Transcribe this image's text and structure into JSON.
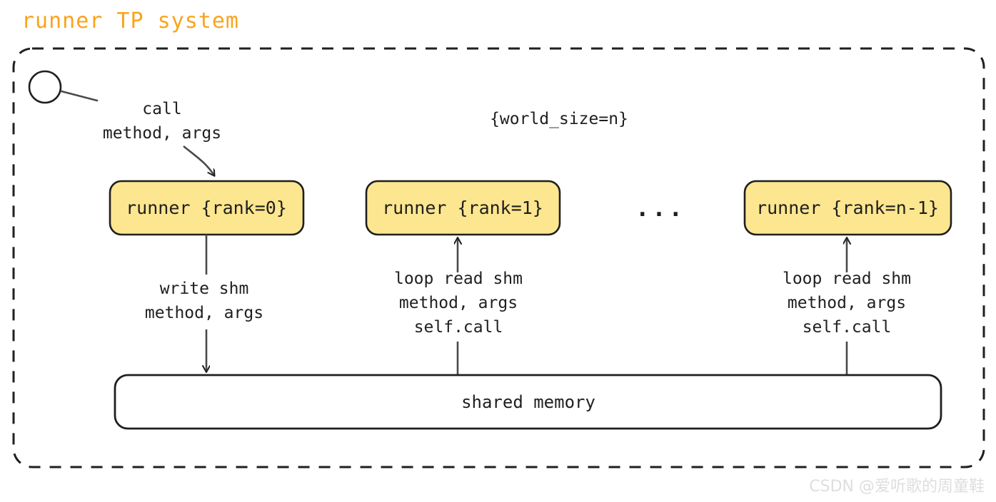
{
  "title": "runner TP system",
  "colors": {
    "title": "#f9a41c",
    "node_fill": "#fce68f",
    "node_stroke": "#1f1f1f",
    "container_stroke": "#1f1f1f",
    "text": "#1f1f1f",
    "watermark": "#dedede",
    "background": "#ffffff"
  },
  "container": {
    "name": "runner-tp-system-boundary",
    "style": "dashed-rounded"
  },
  "actor": {
    "name": "caller-actor",
    "shape": "circle"
  },
  "annotations": {
    "world_size": "{world_size=n}",
    "ellipsis": "..."
  },
  "edges": {
    "call": {
      "line1": "call",
      "line2": "method, args"
    },
    "write": {
      "line1": "write shm",
      "line2": "method, args"
    },
    "read": {
      "line1": "loop read shm",
      "line2": "method, args",
      "line3": "self.call"
    }
  },
  "nodes": [
    {
      "id": "runner-rank-0",
      "label": "runner {rank=0}"
    },
    {
      "id": "runner-rank-1",
      "label": "runner {rank=1}"
    },
    {
      "id": "runner-rank-n-1",
      "label": "runner {rank=n-1}"
    }
  ],
  "shared_memory": {
    "label": "shared memory"
  },
  "watermark": "CSDN @爱听歌的周童鞋"
}
